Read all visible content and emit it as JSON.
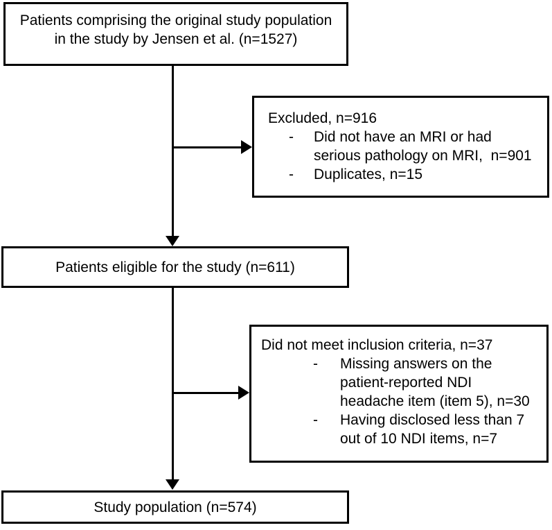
{
  "figure": {
    "background_color": "#ffffff",
    "ink_color": "#000000",
    "type": "patient-flow-diagram"
  },
  "nodes": {
    "original": {
      "lines": [
        "Patients comprising the original study population",
        "in the study by Jensen et al. (n=1527)"
      ]
    },
    "excluded": {
      "title": "Excluded, n=916",
      "bullets": [
        {
          "marker": "-",
          "lines": [
            "Did not have an MRI or had",
            "serious pathology on MRI,  n=901"
          ]
        },
        {
          "marker": "-",
          "lines": [
            "Duplicates, n=15"
          ]
        }
      ]
    },
    "eligible": {
      "text": "Patients eligible for the study (n=611)"
    },
    "not_included": {
      "title": "Did not meet inclusion criteria, n=37",
      "bullets": [
        {
          "marker": "-",
          "lines": [
            "Missing answers on the",
            "patient-reported NDI",
            "headache item (item 5), n=30"
          ]
        },
        {
          "marker": "-",
          "lines": [
            "Having disclosed less than 7",
            "out of 10 NDI items, n=7"
          ]
        }
      ]
    },
    "study_population": {
      "text": "Study population (n=574)"
    }
  }
}
